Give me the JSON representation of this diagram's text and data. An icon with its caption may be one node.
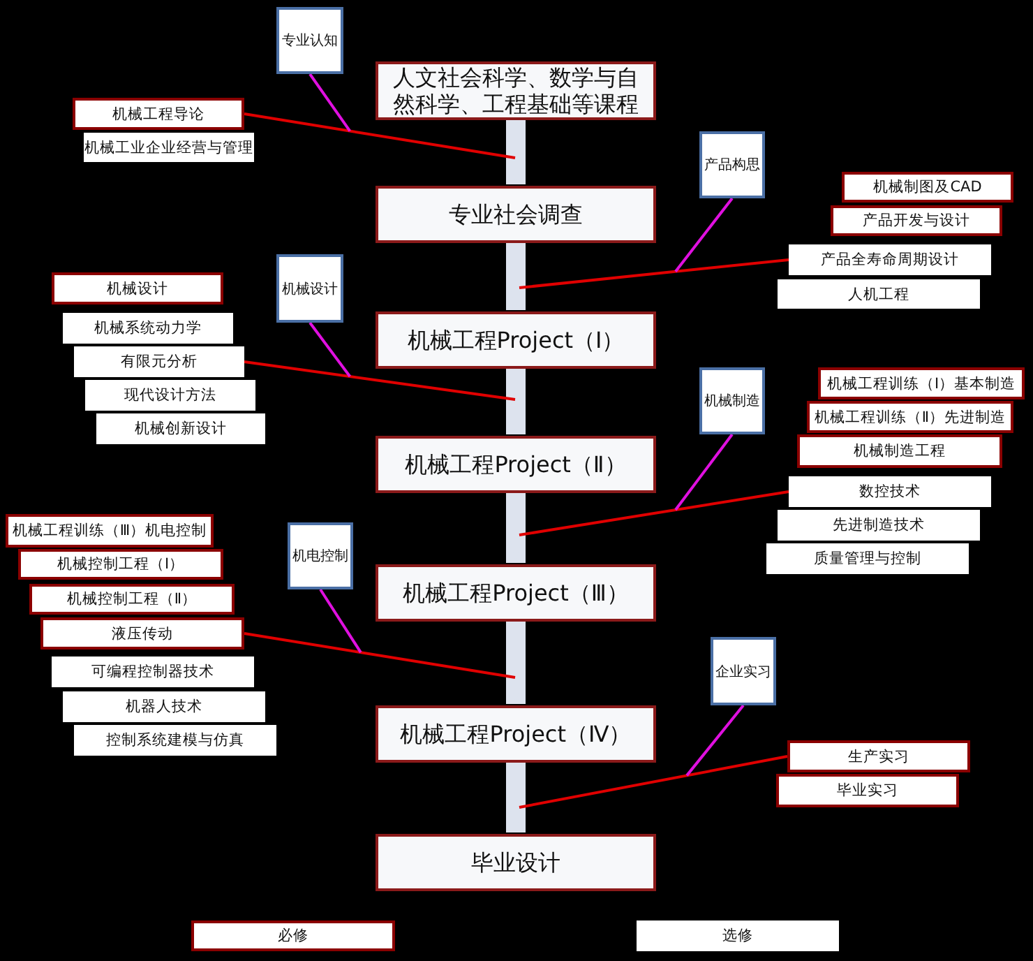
{
  "diagram": {
    "nodes": [
      {
        "text": [
          "专业认知"
        ]
      },
      {
        "text": [
          "人文社会科学、数学与自然科学、工程基础等课程"
        ]
      },
      {
        "text": [
          "机械工程导论"
        ]
      },
      {
        "text": [
          "机械工业企业经营与管理"
        ]
      },
      {
        "text": [
          "产品构思"
        ]
      },
      {
        "text": [
          "专业社会调查"
        ]
      },
      {
        "text": [
          "机械制图及CAD"
        ]
      },
      {
        "text": [
          "产品开发与设计"
        ]
      },
      {
        "text": [
          "产品全寿命周期设计"
        ]
      },
      {
        "text": [
          "人机工程"
        ]
      },
      {
        "text": [
          "机械设计"
        ]
      },
      {
        "text": [
          "机械设计"
        ]
      },
      {
        "text": [
          "机械系统动力学"
        ]
      },
      {
        "text": [
          "机械工程Project（Ⅰ）"
        ]
      },
      {
        "text": [
          "有限元分析"
        ]
      },
      {
        "text": [
          "现代设计方法"
        ]
      },
      {
        "text": [
          "机械创新设计"
        ]
      },
      {
        "text": [
          "机械制造"
        ]
      },
      {
        "text": [
          "机械工程训练（Ⅰ）基本制造"
        ]
      },
      {
        "text": [
          "机械工程训练（Ⅱ）先进制造"
        ]
      },
      {
        "text": [
          "机械工程Project（Ⅱ）"
        ]
      },
      {
        "text": [
          "机械制造工程"
        ]
      },
      {
        "text": [
          "数控技术"
        ]
      },
      {
        "text": [
          "先进制造技术"
        ]
      },
      {
        "text": [
          "质量管理与控制"
        ]
      },
      {
        "text": [
          "机械工程训练（Ⅲ）机电控制"
        ]
      },
      {
        "text": [
          "机电控制"
        ]
      },
      {
        "text": [
          "机械控制工程（Ⅰ）"
        ]
      },
      {
        "text": [
          "机械工程Project（Ⅲ）"
        ]
      },
      {
        "text": [
          "机械控制工程（Ⅱ）"
        ]
      },
      {
        "text": [
          "液压传动"
        ]
      },
      {
        "text": [
          "可编程控制器技术"
        ]
      },
      {
        "text": [
          "机器人技术"
        ]
      },
      {
        "text": [
          "控制系统建模与仿真"
        ]
      },
      {
        "text": [
          "企业实习"
        ]
      },
      {
        "text": [
          "机械工程Project（Ⅳ）"
        ]
      },
      {
        "text": [
          "生产实习"
        ]
      },
      {
        "text": [
          "毕业实习"
        ]
      },
      {
        "text": [
          "毕业设计"
        ]
      }
    ],
    "edges": [
      {
        "from": 1,
        "to": 5,
        "arrow": "to",
        "style": "thick",
        "color": "#dde3ee"
      },
      {
        "from": 5,
        "to": 13,
        "arrow": "to",
        "style": "thick",
        "color": "#dde3ee"
      },
      {
        "from": 13,
        "to": 20,
        "arrow": "to",
        "style": "thick",
        "color": "#dde3ee"
      },
      {
        "from": 20,
        "to": 28,
        "arrow": "to",
        "style": "thick",
        "color": "#dde3ee"
      },
      {
        "from": 28,
        "to": 35,
        "arrow": "to",
        "style": "thick",
        "color": "#dde3ee"
      },
      {
        "from": 35,
        "to": 38,
        "arrow": "to",
        "style": "thick",
        "color": "#dde3ee"
      },
      {
        "from": 2,
        "to": null,
        "arrow": "none",
        "color": "#e00000"
      },
      {
        "from": 8,
        "to": null,
        "arrow": "none",
        "color": "#e00000"
      },
      {
        "from": 14,
        "to": null,
        "arrow": "none",
        "color": "#e00000"
      },
      {
        "from": 22,
        "to": null,
        "arrow": "none",
        "color": "#e00000"
      },
      {
        "from": 30,
        "to": null,
        "arrow": "none",
        "color": "#e00000"
      },
      {
        "from": 36,
        "to": null,
        "arrow": "none",
        "color": "#e00000"
      },
      {
        "from": 0,
        "to": null,
        "arrow": "none",
        "color": "#e010e0"
      },
      {
        "from": 4,
        "to": null,
        "arrow": "none",
        "color": "#e010e0"
      },
      {
        "from": 11,
        "to": null,
        "arrow": "none",
        "color": "#e010e0"
      },
      {
        "from": 17,
        "to": null,
        "arrow": "none",
        "color": "#e010e0"
      },
      {
        "from": 26,
        "to": null,
        "arrow": "none",
        "color": "#e010e0"
      },
      {
        "from": 34,
        "to": null,
        "arrow": "none",
        "color": "#e010e0"
      }
    ],
    "legend": [
      {
        "text": "必修",
        "color": "#8b0000"
      },
      {
        "text": "选修",
        "color": "#ffffff"
      }
    ]
  }
}
